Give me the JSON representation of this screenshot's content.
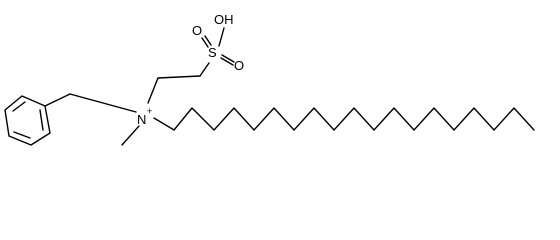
{
  "molecule": {
    "atoms": {
      "nitrogen": "N",
      "charge": "+",
      "sulfur": "S",
      "hydroxyl": "OH",
      "oxygen_top": "O",
      "oxygen_right": "O"
    },
    "bond_color": "#000000",
    "background": "#ffffff"
  }
}
